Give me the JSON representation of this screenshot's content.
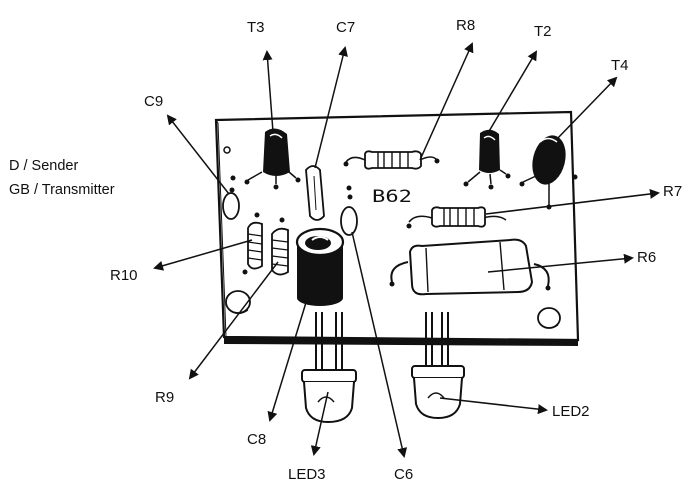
{
  "side_note": {
    "line1": "D / Sender",
    "line2": "GB / Transmitter"
  },
  "board_marking": "B62",
  "components": {
    "T3": "T3",
    "C7": "C7",
    "R8": "R8",
    "T2": "T2",
    "T4": "T4",
    "C9": "C9",
    "R7": "R7",
    "R6": "R6",
    "R10": "R10",
    "R9": "R9",
    "C8": "C8",
    "LED2": "LED2",
    "LED3": "LED3",
    "C6": "C6"
  },
  "colors": {
    "ink": "#111111",
    "board": "#ffffff"
  }
}
